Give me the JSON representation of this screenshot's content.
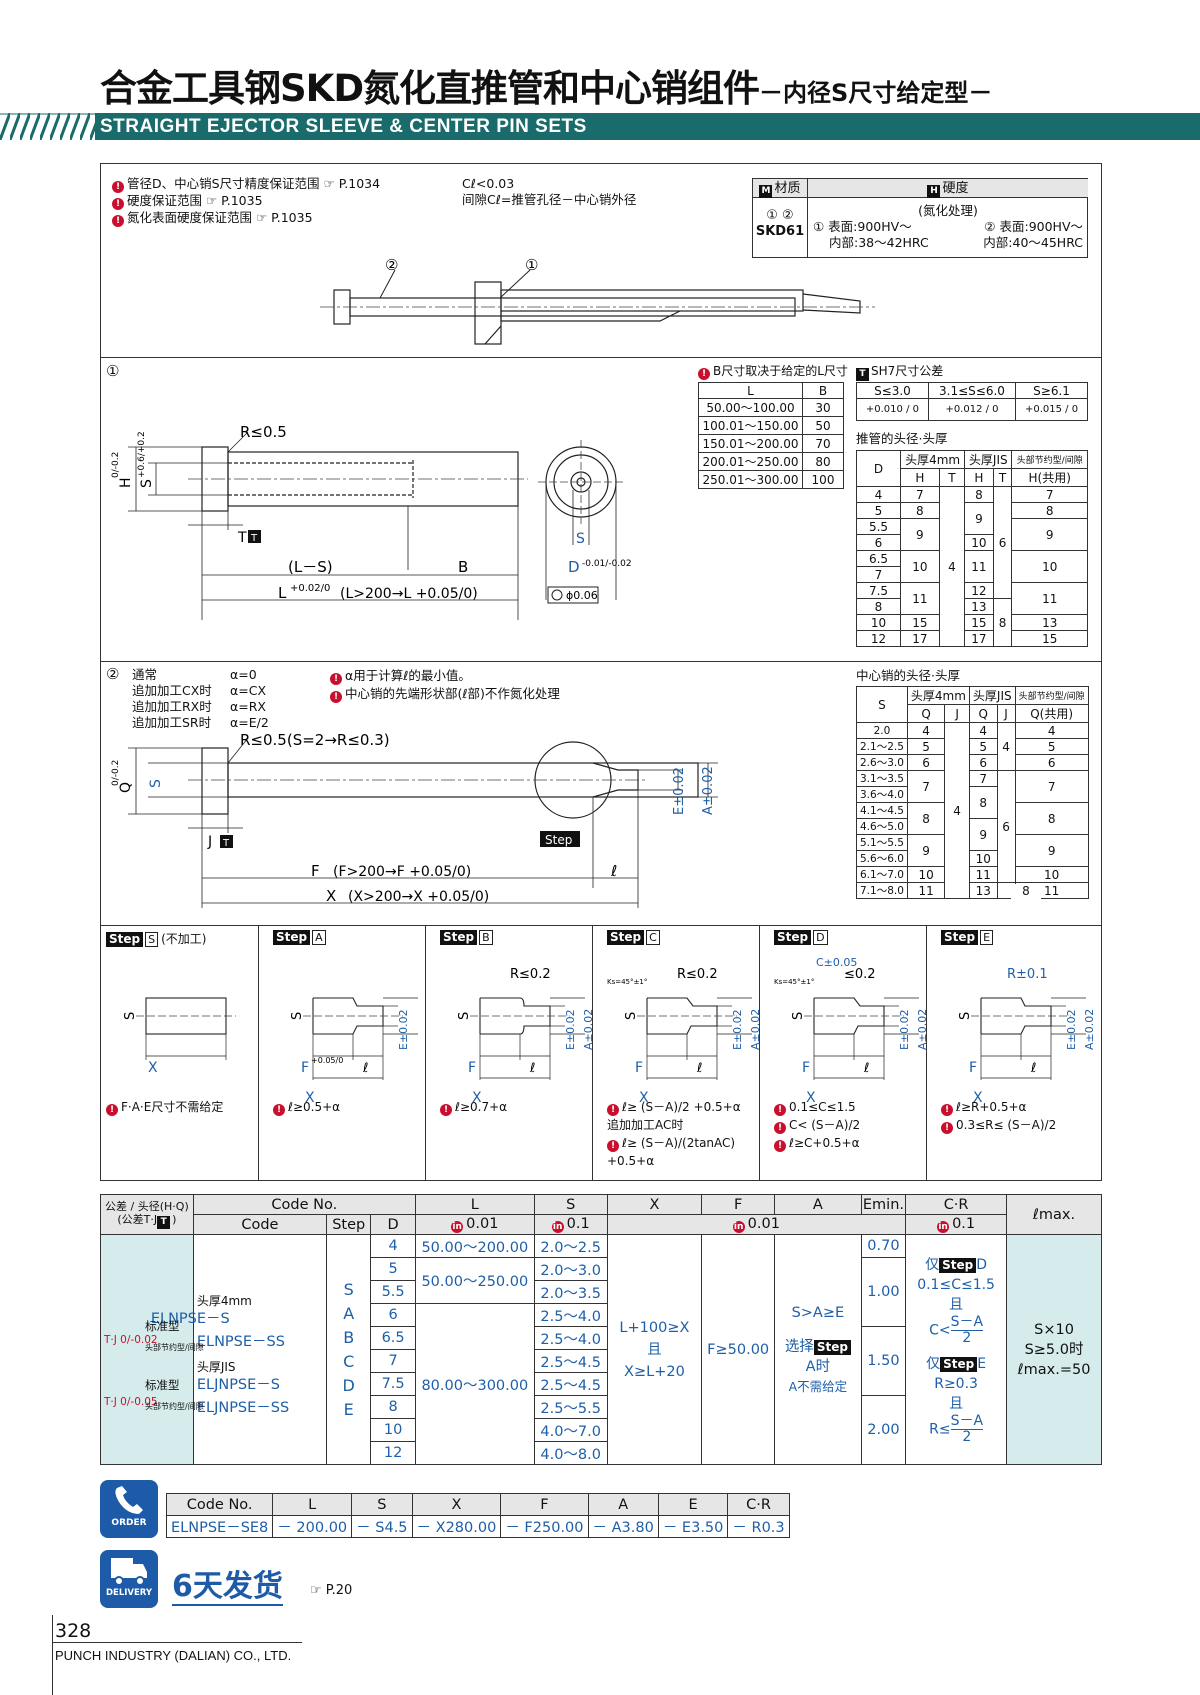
{
  "header": {
    "title_main": "合金工具钢SKD氮化直推管和中心销组件",
    "title_sub": "－内径S尺寸给定型－",
    "subtitle": "STRAIGHT EJECTOR SLEEVE & CENTER PIN SETS"
  },
  "notes_top": {
    "n1": "管径D、中心销S尺寸精度保证范围 ☞ P.1034",
    "n2": "硬度保证范围 ☞ P.1035",
    "n3": "氮化表面硬度保证范围 ☞ P.1035",
    "cl1": "Cℓ<0.03",
    "cl2": "间隙Cℓ=推管孔径－中心销外径"
  },
  "material": {
    "h_material": "材质",
    "h_hardness": "硬度",
    "parts": "① ②",
    "steel": "SKD61",
    "treatment": "(氮化处理)",
    "p1_surface": "① 表面:900HV～",
    "p1_core": "内部:38～42HRC",
    "p2_surface": "② 表面:900HV～",
    "p2_core": "内部:40～45HRC"
  },
  "section1": {
    "label": "①",
    "b_note": "B尺寸取决于给定的L尺寸",
    "b_table": {
      "headers": [
        "L",
        "B"
      ],
      "rows": [
        [
          "50.00～100.00",
          "30"
        ],
        [
          "100.01～150.00",
          "50"
        ],
        [
          "150.01～200.00",
          "70"
        ],
        [
          "200.01～250.00",
          "80"
        ],
        [
          "250.01～300.00",
          "100"
        ]
      ]
    },
    "sh7_title": "SH7尺寸公差",
    "sh7_headers": [
      "S≤3.0",
      "3.1≤S≤6.0",
      "S≥6.1"
    ],
    "sh7_values": [
      "+0.010 / 0",
      "+0.012 / 0",
      "+0.015 / 0"
    ],
    "head_title": "推管的头径·头厚",
    "head_table": {
      "h_d": "D",
      "h_4mm": "头厚4mm",
      "h_jis": "头厚JIS",
      "h_common": "头部节约型/间隙",
      "h_H": "H",
      "h_T": "T",
      "h_Hcommon": "H(共用)",
      "rows": [
        [
          "4",
          "7",
          "8",
          "7"
        ],
        [
          "5",
          "8",
          "9",
          "8"
        ],
        [
          "5.5",
          "9",
          "",
          "9"
        ],
        [
          "6",
          "",
          "10",
          ""
        ],
        [
          "6.5",
          "10",
          "11",
          "10"
        ],
        [
          "7",
          "",
          "",
          ""
        ],
        [
          "7.5",
          "11",
          "12",
          "11"
        ],
        [
          "8",
          "",
          "13",
          ""
        ],
        [
          "10",
          "15",
          "15",
          "13"
        ],
        [
          "12",
          "17",
          "17",
          "15"
        ]
      ],
      "t4": "4",
      "tjis1": "6",
      "tjis2": "8"
    },
    "dims": {
      "r": "R≤0.5",
      "ls": "(L－S)",
      "b": "B",
      "l": "L",
      "l_tol": "+0.02/0",
      "l_note": "(L>200→L +0.05/0)",
      "h": "H",
      "h_tol": "0/-0.2",
      "s_tol": "+0.6/+0.2",
      "s": "S",
      "t": "T",
      "sh7": "S",
      "d": "D",
      "d_tol": "-0.01/-0.02",
      "conc": "ϕ0.06"
    }
  },
  "section2": {
    "label": "②",
    "modes": [
      {
        "name": "通常",
        "val": "α=0"
      },
      {
        "name": "追加加工CX时",
        "val": "α=CX"
      },
      {
        "name": "追加加工RX时",
        "val": "α=RX"
      },
      {
        "name": "追加加工SR时",
        "val": "α=E/2"
      }
    ],
    "note1": "α用于计算ℓ的最小值。",
    "note2": "中心销的先端形状部(ℓ部)不作氮化处理",
    "head_title": "中心销的头径·头厚",
    "head_table": {
      "h_s": "S",
      "h_4mm": "头厚4mm",
      "h_jis": "头厚JIS",
      "h_common": "头部节约型/间隙",
      "h_Q": "Q",
      "h_J": "J",
      "h_Qcommon": "Q(共用)",
      "rows": [
        [
          "2.0",
          "4",
          "4",
          "4"
        ],
        [
          "2.1～2.5",
          "5",
          "5",
          "5"
        ],
        [
          "2.6～3.0",
          "6",
          "6",
          "6"
        ],
        [
          "3.1～3.5",
          "7",
          "7",
          "7"
        ],
        [
          "3.6～4.0",
          "",
          "8",
          ""
        ],
        [
          "4.1～4.5",
          "8",
          "",
          "8"
        ],
        [
          "4.6～5.0",
          "",
          "9",
          ""
        ],
        [
          "5.1～5.5",
          "9",
          "",
          "9"
        ],
        [
          "5.6～6.0",
          "",
          "10",
          ""
        ],
        [
          "6.1～7.0",
          "10",
          "11",
          "10"
        ],
        [
          "7.1～8.0",
          "11",
          "13",
          "11"
        ]
      ],
      "j4": "4",
      "jjis1": "4",
      "jjis2": "6",
      "jjis3": "8"
    },
    "dims": {
      "r": "R≤0.5(S=2→R≤0.3)",
      "q": "Q",
      "q_tol": "0/-0.2",
      "s": "S",
      "j": "J",
      "f": "F",
      "f_note": "(F>200→F +0.05/0)",
      "x": "X",
      "x_note": "(X>200→X +0.05/0)",
      "e": "E±0.02",
      "a": "A±0.02",
      "ell": "ℓ",
      "step": "Step"
    }
  },
  "steps": [
    {
      "code": "S",
      "desc": "(不加工)",
      "notes": [
        "F·A·E尺寸不需给定"
      ]
    },
    {
      "code": "A",
      "desc": "",
      "notes": [
        "ℓ≥0.5+α"
      ]
    },
    {
      "code": "B",
      "desc": "",
      "r": "R≤0.2",
      "notes": [
        "ℓ≥0.7+α"
      ]
    },
    {
      "code": "C",
      "desc": "",
      "r": "R≤0.2",
      "ks": "Ks=45°±1°",
      "notes": [
        "ℓ≥ (S－A)/2 +0.5+α",
        "追加加工AC时",
        "ℓ≥ (S－A)/(2tanAC) +0.5+α"
      ]
    },
    {
      "code": "D",
      "desc": "",
      "c": "C±0.05",
      "r": "≤0.2",
      "ks": "Ks=45°±1°",
      "notes": [
        "0.1≤C≤1.5",
        "C< (S－A)/2",
        "ℓ≥C+0.5+α"
      ]
    },
    {
      "code": "E",
      "desc": "",
      "r": "R±0.1",
      "notes": [
        "ℓ≥R+0.5+α",
        "0.3≤R≤ (S－A)/2"
      ]
    }
  ],
  "step_labels": {
    "step": "Step",
    "s": "S",
    "x": "X",
    "f": "F",
    "e": "E±0.02",
    "a": "A±0.02",
    "ell": "ℓ",
    "f_tol": "+0.05/0"
  },
  "main_table": {
    "h_tol": "公差 / 头径(H·Q)",
    "h_tol2": "(公差T·J",
    "h_codeno": "Code No.",
    "h_code": "Code",
    "h_step": "Step",
    "h_D": "D",
    "h_L": "L",
    "h_S": "S",
    "h_X": "X",
    "h_F": "F",
    "h_A": "A",
    "h_Emin": "Emin.",
    "h_CR": "C·R",
    "h_lmax": "ℓmax.",
    "unit_L": "0.01",
    "unit_S": "0.1",
    "unit_XFA": "0.01",
    "unit_CR": "0.1",
    "tol1": "T·J 0/-0.02",
    "tol2": "T·J 0/-0.05",
    "thick4": "头厚4mm",
    "std1": "标准型",
    "save1": "头部节约型/间隙",
    "code1": "ELNPSE－S",
    "code2": "ELNPSE－SS",
    "thickjis": "头厚JIS",
    "std2": "标准型",
    "save2": "头部节约型/间隙",
    "code3": "ELJNPSE－S",
    "code4": "ELJNPSE－SS",
    "steps": [
      "S",
      "A",
      "B",
      "C",
      "D",
      "E"
    ],
    "d_values": [
      "4",
      "5",
      "5.5",
      "6",
      "6.5",
      "7",
      "7.5",
      "8",
      "10",
      "12"
    ],
    "l_values": [
      "50.00～200.00",
      "50.00～250.00",
      "80.00～300.00"
    ],
    "s_values": [
      "2.0～2.5",
      "2.0～3.0",
      "2.0～3.5",
      "2.5～4.0",
      "2.5～4.0",
      "2.5～4.5",
      "2.5～4.5",
      "2.5～5.5",
      "4.0～7.0",
      "4.0～8.0"
    ],
    "x_rule1": "L+100≥X",
    "x_rule2": "且",
    "x_rule3": "X≥L+20",
    "f_rule": "F≥50.00",
    "a_rule1": "S>A≥E",
    "a_rule2": "选择",
    "a_rule3": "A时",
    "a_rule4": "A不需给定",
    "emin": [
      "0.70",
      "1.00",
      "1.50",
      "2.00"
    ],
    "cr1": "仅",
    "cr1b": "D",
    "cr2": "0.1≤C≤1.5",
    "cr3": "且",
    "cr4": "C<",
    "cr5": "仅",
    "cr5b": "E",
    "cr6": "R≥0.3",
    "cr7": "且",
    "cr8": "R≤",
    "frac": "S－A",
    "frac_den": "2",
    "lmax1": "S×10",
    "lmax2": "S≥5.0时",
    "lmax3": "ℓmax.=50"
  },
  "order": {
    "icon_label": "ORDER",
    "headers": [
      "Code No.",
      "L",
      "S",
      "X",
      "F",
      "A",
      "E",
      "C·R"
    ],
    "values": [
      "ELNPSE－SE8",
      "－ 200.00",
      "－ S4.5",
      "－ X280.00",
      "－ F250.00",
      "－ A3.80",
      "－ E3.50",
      "－ R0.3"
    ]
  },
  "delivery": {
    "icon_label": "DELIVERY",
    "text": "6天发货",
    "ref": "☞ P.20"
  },
  "footer": {
    "page": "328",
    "company": "PUNCH INDUSTRY (DALIAN) CO., LTD."
  },
  "colors": {
    "brand": "#1a6b6b",
    "accent": "#c8102e",
    "blue": "#1e5fa8",
    "order_icon": "#1d5aa8"
  }
}
